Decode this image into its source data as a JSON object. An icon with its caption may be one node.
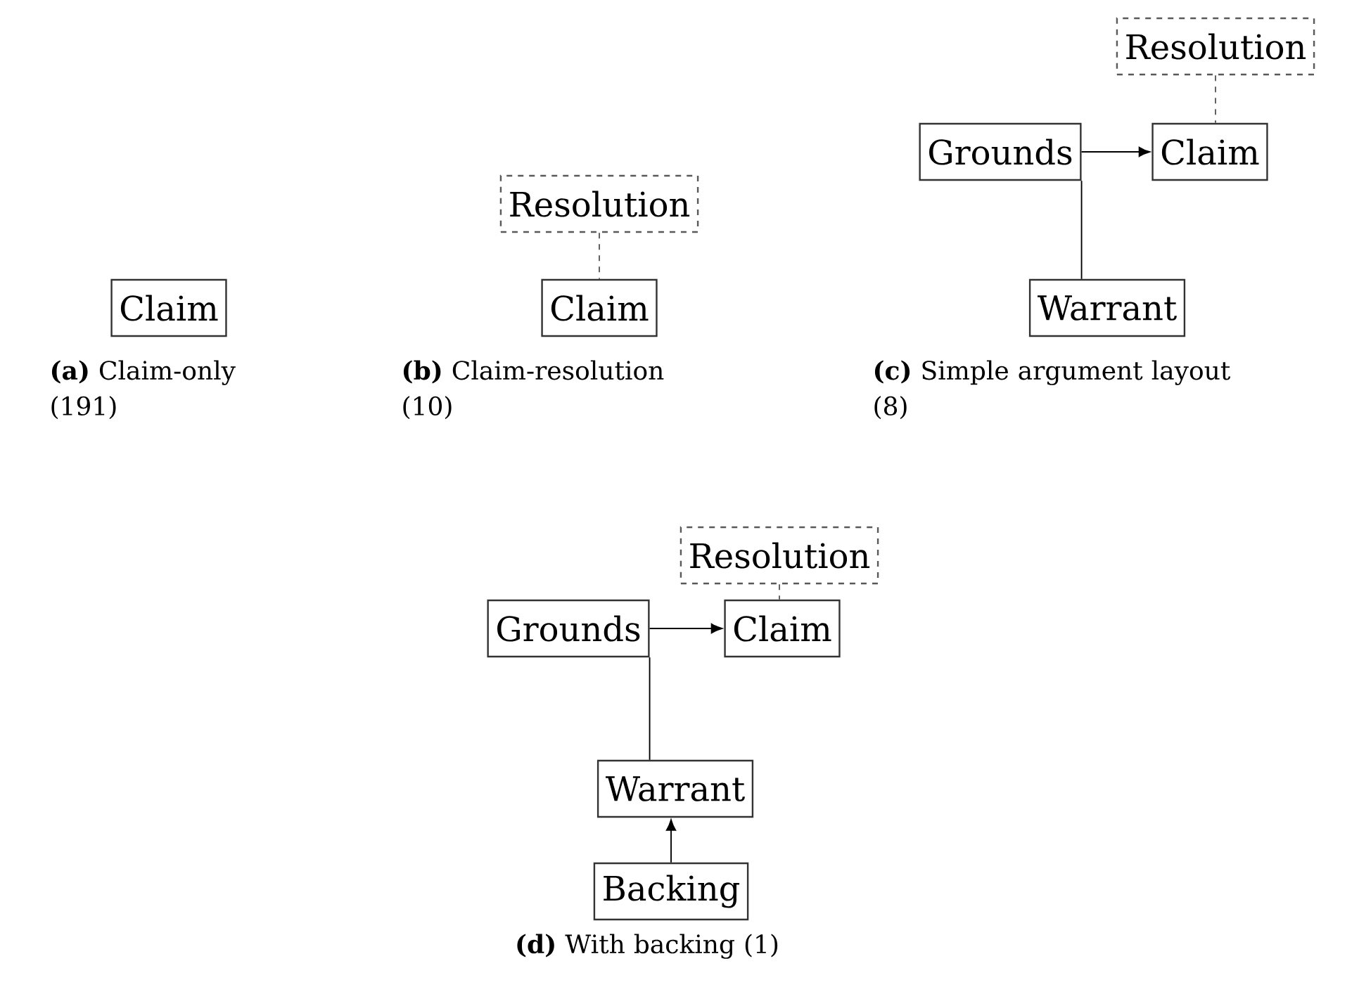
{
  "diagram": {
    "nodes": [
      {
        "text": [
          "Claim"
        ]
      },
      {
        "text": [
          "Resolution"
        ]
      },
      {
        "text": [
          "Claim"
        ]
      },
      {
        "text": [
          "Resolution"
        ]
      },
      {
        "text": [
          "Grounds"
        ]
      },
      {
        "text": [
          "Claim"
        ]
      },
      {
        "text": [
          "Warrant"
        ]
      },
      {
        "text": [
          "Resolution"
        ]
      },
      {
        "text": [
          "Grounds"
        ]
      },
      {
        "text": [
          "Claim"
        ]
      },
      {
        "text": [
          "Warrant"
        ]
      },
      {
        "text": [
          "Backing"
        ]
      }
    ],
    "edges": [
      {
        "from": 1,
        "to": 2,
        "arrow": "none",
        "style": "dashed"
      },
      {
        "from": 3,
        "to": 5,
        "arrow": "none",
        "style": "dashed"
      },
      {
        "from": 4,
        "to": 5,
        "arrow": "to"
      },
      {
        "from": 6,
        "to": 4,
        "arrow": "none"
      },
      {
        "from": 7,
        "to": 9,
        "arrow": "none",
        "style": "dashed"
      },
      {
        "from": 8,
        "to": 9,
        "arrow": "to"
      },
      {
        "from": 10,
        "to": 8,
        "arrow": "none"
      },
      {
        "from": 11,
        "to": 10,
        "arrow": "to"
      }
    ],
    "labels": [
      "**(a)** Claim-only (191)",
      "**(b)** Claim-resolution (10)",
      "**(c)** Simple argument layout (8)",
      "**(d)** With backing (1)"
    ]
  }
}
